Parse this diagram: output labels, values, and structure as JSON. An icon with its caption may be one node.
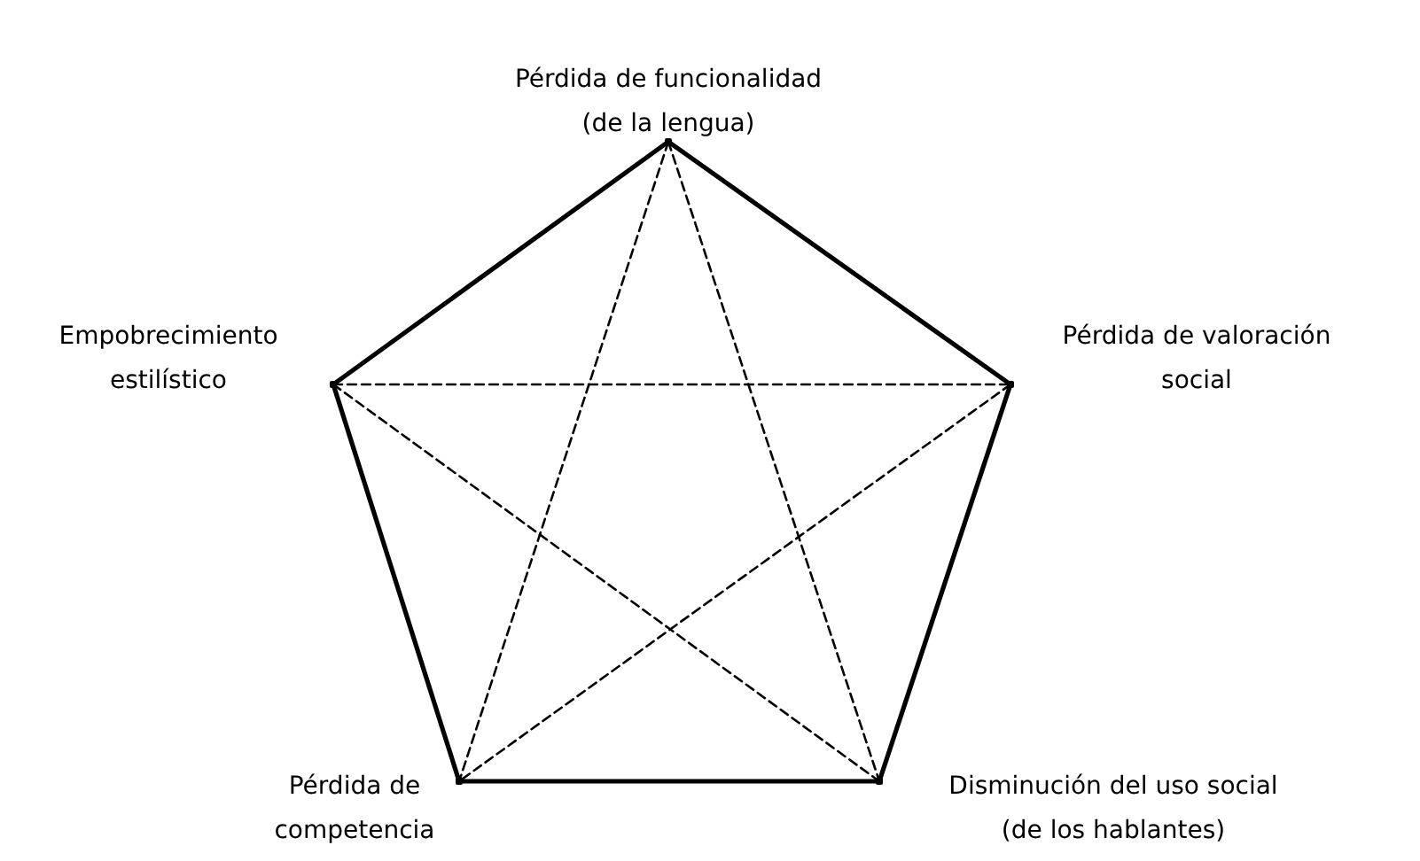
{
  "diagram": {
    "nodes": [
      {
        "text": [],
        "shape": "point",
        "beside": [
          "Pérdida de funcionalidad (de la lengua)"
        ]
      },
      {
        "text": [],
        "shape": "point",
        "beside": [
          "Empobrecimiento estilístico"
        ]
      },
      {
        "text": [],
        "shape": "point",
        "beside": [
          "Pérdida de valoración social"
        ]
      },
      {
        "text": [],
        "shape": "point",
        "beside": [
          "Pérdida de competencia"
        ]
      },
      {
        "text": [],
        "shape": "point",
        "beside": [
          "Disminución del uso social (de los hablantes)"
        ]
      }
    ],
    "edges": [
      {
        "from": 0,
        "to": 2,
        "arrow": "none"
      },
      {
        "from": 2,
        "to": 4,
        "arrow": "none"
      },
      {
        "from": 4,
        "to": 3,
        "arrow": "none"
      },
      {
        "from": 3,
        "to": 1,
        "arrow": "none"
      },
      {
        "from": 1,
        "to": 0,
        "arrow": "none"
      },
      {
        "from": 0,
        "to": 3,
        "arrow": "none",
        "style": "dashed"
      },
      {
        "from": 0,
        "to": 4,
        "arrow": "none",
        "style": "dashed"
      },
      {
        "from": 1,
        "to": 2,
        "arrow": "none",
        "style": "dashed"
      },
      {
        "from": 1,
        "to": 4,
        "arrow": "none",
        "style": "dashed"
      },
      {
        "from": 2,
        "to": 3,
        "arrow": "none",
        "style": "dashed"
      }
    ]
  }
}
